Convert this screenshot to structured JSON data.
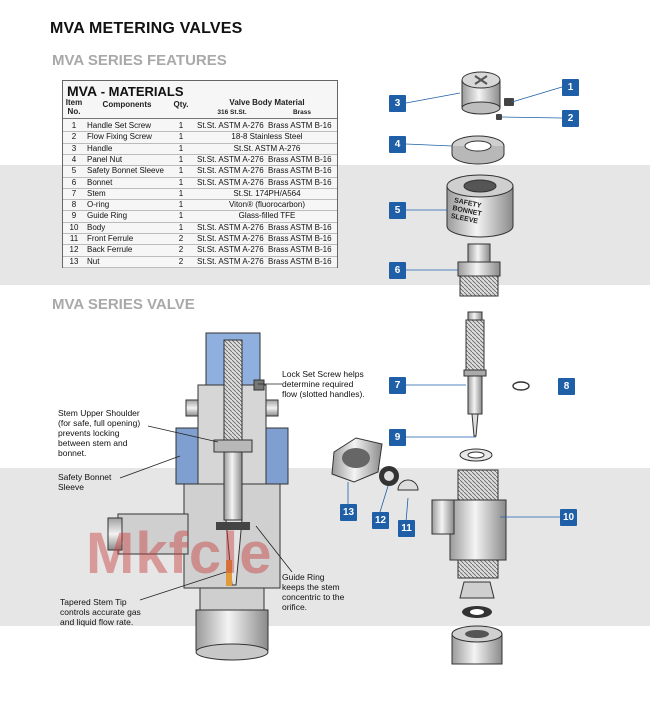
{
  "header": {
    "title": "MVA METERING VALVES",
    "features_heading": "MVA SERIES FEATURES",
    "valve_heading": "MVA SERIES VALVE"
  },
  "materials_table": {
    "title_prefix": "MVA",
    "title_suffix": " - MATERIALS",
    "headers": {
      "item": "Item",
      "no": "No.",
      "components": "Components",
      "qty": "Qty.",
      "body_material": "Valve Body Material",
      "ss": "316 St.St.",
      "brass": "Brass"
    },
    "rows": [
      {
        "no": "1",
        "component": "Handle Set Screw",
        "qty": "1",
        "ss": "St.St. ASTM A-276",
        "brass": "Brass ASTM B-16"
      },
      {
        "no": "2",
        "component": "Flow Fixing Screw",
        "qty": "1",
        "merged": "18-8 Stainless Steel"
      },
      {
        "no": "3",
        "component": "Handle",
        "qty": "1",
        "merged": "St.St. ASTM A-276"
      },
      {
        "no": "4",
        "component": "Panel Nut",
        "qty": "1",
        "ss": "St.St. ASTM A-276",
        "brass": "Brass ASTM B-16"
      },
      {
        "no": "5",
        "component": "Safety Bonnet Sleeve",
        "qty": "1",
        "ss": "St.St. ASTM A-276",
        "brass": "Brass ASTM B-16"
      },
      {
        "no": "6",
        "component": "Bonnet",
        "qty": "1",
        "ss": "St.St. ASTM A-276",
        "brass": "Brass ASTM B-16"
      },
      {
        "no": "7",
        "component": "Stem",
        "qty": "1",
        "merged": "St.St. 174PH/A564"
      },
      {
        "no": "8",
        "component": "O-ring",
        "qty": "1",
        "merged": "Viton® (fluorocarbon)"
      },
      {
        "no": "9",
        "component": "Guide Ring",
        "qty": "1",
        "merged": "Glass-filled TFE"
      },
      {
        "no": "10",
        "component": "Body",
        "qty": "1",
        "ss": "St.St. ASTM A-276",
        "brass": "Brass ASTM B-16"
      },
      {
        "no": "11",
        "component": "Front Ferrule",
        "qty": "2",
        "ss": "St.St. ASTM A-276",
        "brass": "Brass ASTM B-16"
      },
      {
        "no": "12",
        "component": "Back Ferrule",
        "qty": "2",
        "ss": "St.St. ASTM A-276",
        "brass": "Brass ASTM B-16"
      },
      {
        "no": "13",
        "component": "Nut",
        "qty": "2",
        "ss": "St.St. ASTM A-276",
        "brass": "Brass ASTM B-16"
      }
    ]
  },
  "callouts": [
    "1",
    "2",
    "3",
    "4",
    "5",
    "6",
    "7",
    "8",
    "9",
    "10",
    "11",
    "12",
    "13"
  ],
  "sleeve_text": [
    "SAFETY",
    "BONNET",
    "SLEEVE"
  ],
  "annotations": {
    "lock_set_screw": [
      "Lock Set Screw helps",
      "determine required",
      "flow (slotted handles)."
    ],
    "stem_upper_shoulder": [
      "Stem Upper Shoulder",
      "(for safe, full opening)",
      "prevents locking",
      "between stem and",
      "bonnet."
    ],
    "safety_bonnet_sleeve": [
      "Safety Bonnet",
      "Sleeve"
    ],
    "guide_ring": [
      "Guide Ring",
      "keeps the stem",
      "concentric to the",
      "orifice."
    ],
    "tapered_stem_tip": [
      "Tapered Stem Tip",
      "controls accurate gas",
      "and liquid flow rate."
    ]
  },
  "watermark": "Mkfcle",
  "colors": {
    "callout_blue": "#1e5fa8",
    "heading_gray": "#a9a9a9",
    "band_gray": "#e6e6e6",
    "sleeve_blue": "#7f9fd0",
    "watermark_red": "#c83c3c"
  }
}
